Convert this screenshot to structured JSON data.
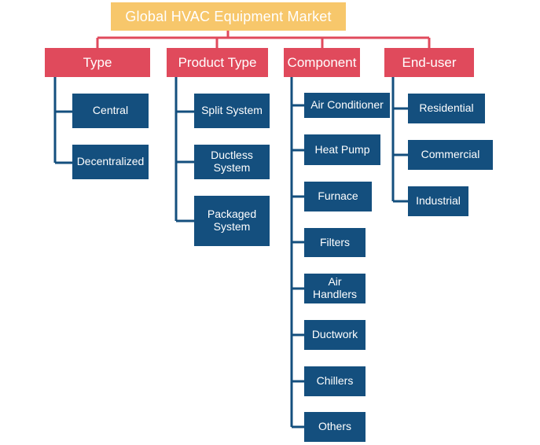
{
  "title": "Global HVAC Equipment  Market",
  "categories": [
    {
      "label": "Type",
      "items": [
        "Central",
        "Decentralized"
      ]
    },
    {
      "label": "Product Type",
      "items": [
        "Split System",
        "Ductless\nSystem",
        "Packaged\nSystem"
      ]
    },
    {
      "label": "Component",
      "items": [
        "Air Conditioner",
        "Heat Pump",
        "Furnace",
        "Filters",
        "Air\nHandlers",
        "Ductwork",
        "Chillers",
        "Others"
      ]
    },
    {
      "label": "End-user",
      "items": [
        "Residential",
        "Commercial",
        "Industrial"
      ]
    }
  ],
  "colors": {
    "title_bg": "#f7c76b",
    "category_bg": "#e04a5c",
    "item_bg": "#144f7e",
    "connector_top": "#e04a5c",
    "connector_items": "#144f7e"
  }
}
